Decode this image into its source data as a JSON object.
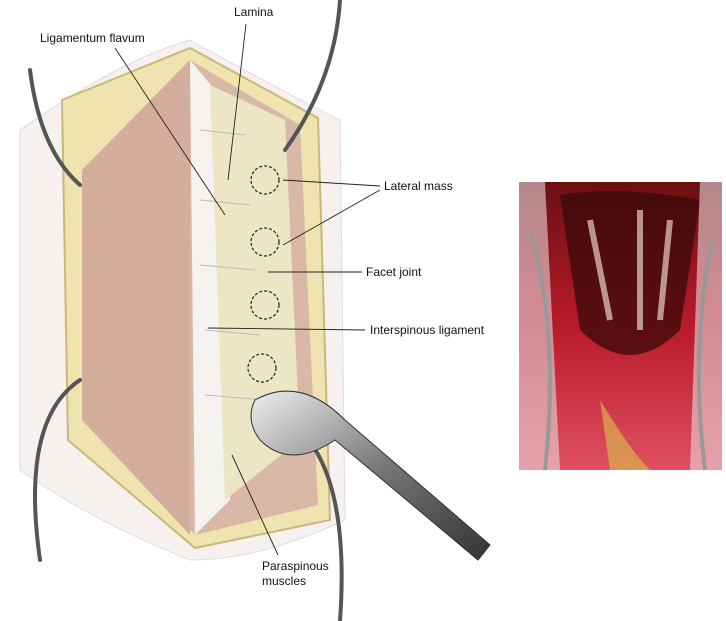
{
  "labels": {
    "lamina": "Lamina",
    "ligamentum_flavum": "Ligamentum flavum",
    "lateral_mass": "Lateral mass",
    "facet_joint": "Facet joint",
    "interspinous_ligament": "Interspinous ligament",
    "paraspinous_line1": "Paraspinous",
    "paraspinous_line2": "muscles"
  },
  "colors": {
    "muscle": "#d9b8a8",
    "fat": "#efe3b0",
    "bone": "#ece6c4",
    "photo_red": "#c01830"
  }
}
